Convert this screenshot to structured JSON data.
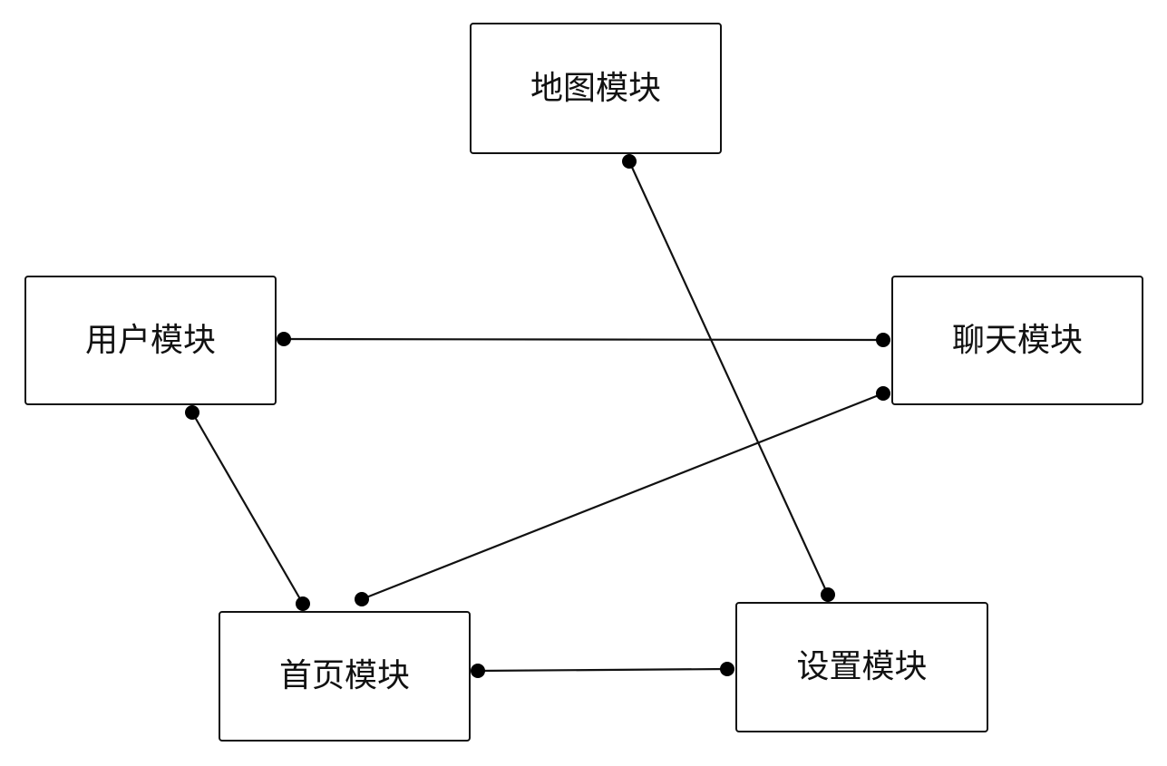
{
  "diagram": {
    "modules": {
      "map": {
        "label": "地图模块"
      },
      "user": {
        "label": "用户模块"
      },
      "chat": {
        "label": "聊天模块"
      },
      "home": {
        "label": "首页模块"
      },
      "settings": {
        "label": "设置模块"
      }
    },
    "connections": [
      {
        "from": "map",
        "to": "settings"
      },
      {
        "from": "user",
        "to": "chat"
      },
      {
        "from": "user",
        "to": "home"
      },
      {
        "from": "chat",
        "to": "home"
      },
      {
        "from": "home",
        "to": "settings"
      }
    ],
    "colors": {
      "stroke": "#111111",
      "background": "#ffffff",
      "endpoint": "#000000"
    }
  }
}
